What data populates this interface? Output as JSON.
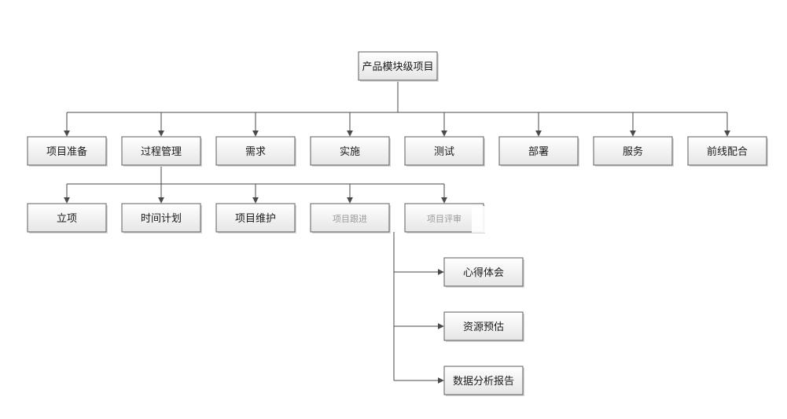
{
  "diagram": {
    "root": {
      "id": "root",
      "label": "产品模块级项目"
    },
    "level1": [
      {
        "id": "n1",
        "label": "项目准备"
      },
      {
        "id": "n2",
        "label": "过程管理"
      },
      {
        "id": "n3",
        "label": "需求"
      },
      {
        "id": "n4",
        "label": "实施"
      },
      {
        "id": "n5",
        "label": "测试"
      },
      {
        "id": "n6",
        "label": "部署"
      },
      {
        "id": "n7",
        "label": "服务"
      },
      {
        "id": "n8",
        "label": "前线配合"
      }
    ],
    "level2": [
      {
        "id": "m1",
        "label": "立项",
        "faded": false
      },
      {
        "id": "m2",
        "label": "时间计划",
        "faded": false
      },
      {
        "id": "m3",
        "label": "项目维护",
        "faded": false
      },
      {
        "id": "m4",
        "label": "项目跟进",
        "faded": true
      },
      {
        "id": "m5",
        "label": "项目评审",
        "faded": true
      }
    ],
    "level3": [
      {
        "id": "k1",
        "label": "心得体会"
      },
      {
        "id": "k2",
        "label": "资源预估"
      },
      {
        "id": "k3",
        "label": "数据分析报告"
      }
    ]
  }
}
